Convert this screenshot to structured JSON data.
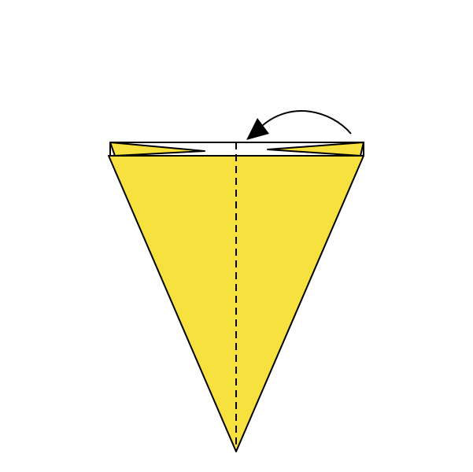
{
  "diagram": {
    "kind": "origami-fold-step",
    "colors": {
      "paper_front": "#f7e13f",
      "paper_back": "#ffffff",
      "outline": "#000000",
      "fold_line": "#000000",
      "arrow": "#000000"
    },
    "fold_line_style": "valley-dashed",
    "arrow_direction": "right-to-left-over-top",
    "labels": []
  }
}
